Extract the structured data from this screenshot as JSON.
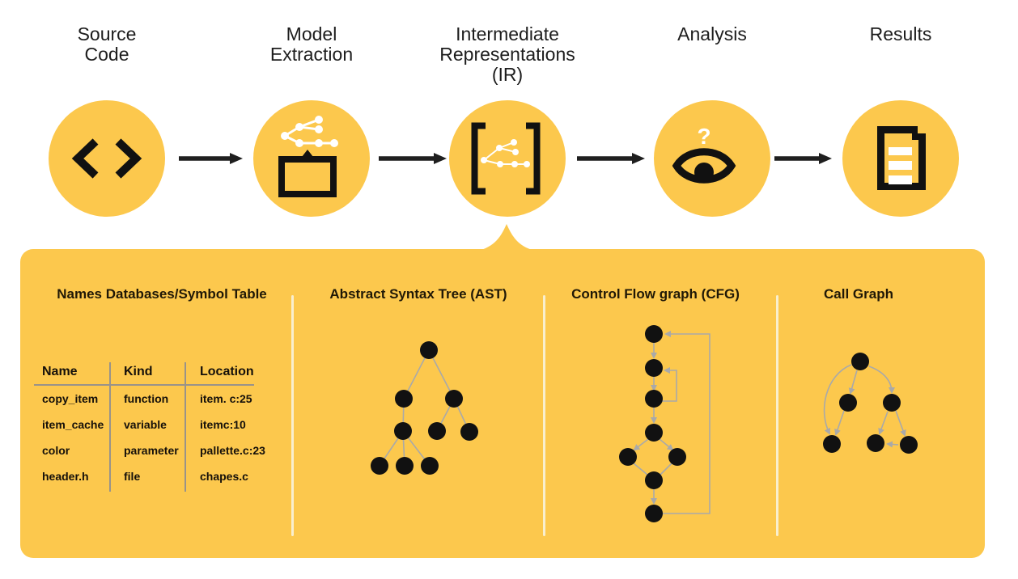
{
  "pipeline": {
    "stages": [
      {
        "label": "Source\nCode",
        "icon": "code-icon"
      },
      {
        "label": "Model\nExtraction",
        "icon": "graph-to-model-icon"
      },
      {
        "label": "Intermediate\nRepresentations\n(IR)",
        "icon": "brackets-graph-icon"
      },
      {
        "label": "Analysis",
        "icon": "eye-question-icon"
      },
      {
        "label": "Results",
        "icon": "document-icon"
      }
    ],
    "analysis_question_mark": "?"
  },
  "panel": {
    "symbol_table": {
      "title": "Names Databases/Symbol Table",
      "columns": [
        "Name",
        "Kind",
        "Location"
      ],
      "rows": [
        [
          "copy_item",
          "function",
          "item. c:25"
        ],
        [
          "item_cache",
          "variable",
          "itemc:10"
        ],
        [
          "color",
          "parameter",
          "pallette.c:23"
        ],
        [
          "header.h",
          "file",
          "chapes.c"
        ]
      ]
    },
    "ast": {
      "title": "Abstract Syntax Tree (AST)"
    },
    "cfg": {
      "title": "Control Flow graph (CFG)"
    },
    "call_graph": {
      "title": "Call Graph"
    }
  },
  "colors": {
    "accent_yellow": "#FCC84D",
    "icon_black": "#111111",
    "edge_gray": "#A9A9A9",
    "divider_cream": "#F9EFCE",
    "table_line_gray": "#999389",
    "text_dark": "#1d1d1d"
  }
}
